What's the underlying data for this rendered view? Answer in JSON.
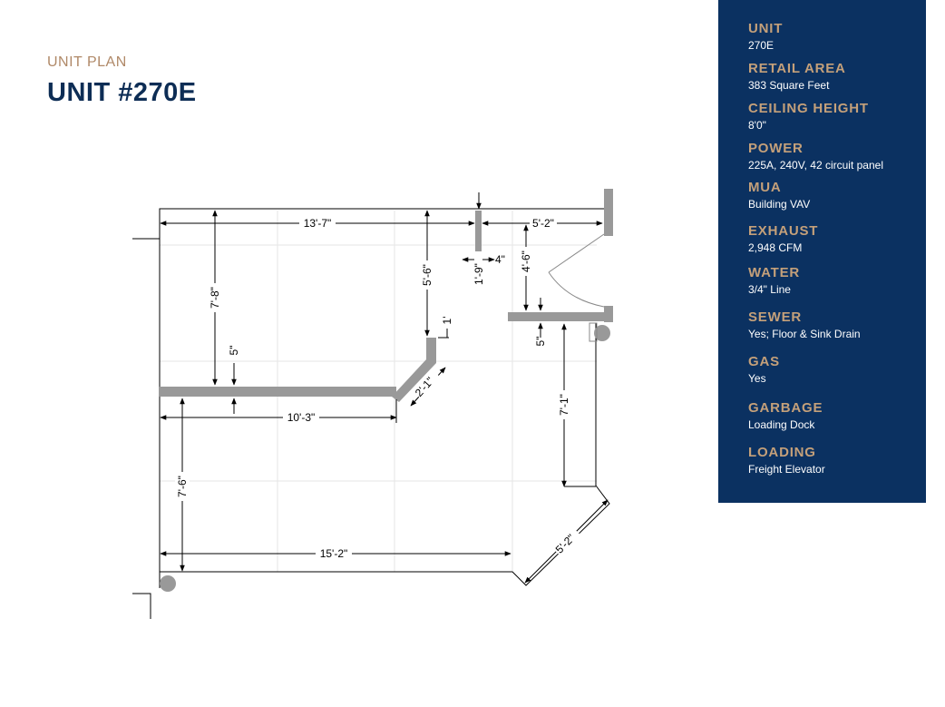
{
  "header": {
    "eyebrow": "UNIT PLAN",
    "title": "UNIT #270E"
  },
  "specs": [
    {
      "label": "UNIT",
      "value": "270E"
    },
    {
      "label": "RETAIL AREA",
      "value": "383 Square Feet"
    },
    {
      "label": "CEILING HEIGHT",
      "value": "8'0\""
    },
    {
      "label": "POWER",
      "value": "225A, 240V, 42 circuit panel"
    },
    {
      "label": "MUA",
      "value": "Building VAV"
    },
    {
      "label": "EXHAUST",
      "value": "2,948 CFM"
    },
    {
      "label": "WATER",
      "value": "3/4\" Line"
    },
    {
      "label": "SEWER",
      "value": "Yes; Floor & Sink Drain"
    },
    {
      "label": "GAS",
      "value": "Yes"
    },
    {
      "label": "GARBAGE",
      "value": "Loading Dock"
    },
    {
      "label": "LOADING",
      "value": "Freight Elevator"
    }
  ],
  "plan": {
    "dimensions": {
      "top_width": "13'-7\"",
      "right_top": "5'-2\"",
      "wall_stub": "4\"",
      "stub_height": "1'-9\"",
      "left_upper": "7'-8\"",
      "center_upper": "5'-6\"",
      "right_upper": "4'-6\"",
      "jog": "1'",
      "wall_thick_left": "5\"",
      "wall_thick_right": "5\"",
      "diagonal_short": "2'-1\"",
      "partition_width": "10'-3\"",
      "right_lower": "7'-1\"",
      "left_lower": "7'-6\"",
      "bottom_width": "15'-2\"",
      "diagonal_long": "5'-2\""
    }
  }
}
